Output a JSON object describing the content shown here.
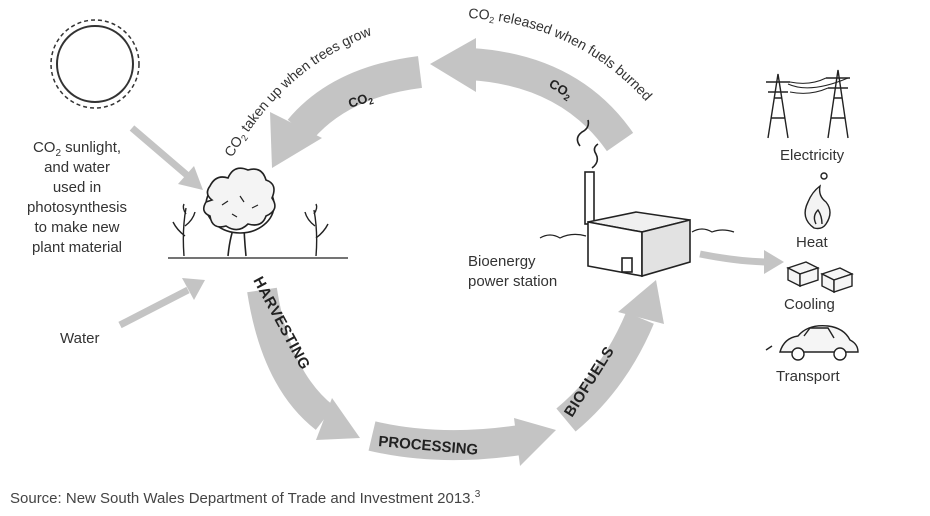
{
  "labels": {
    "sunlight_line1": "CO",
    "sunlight_line1_sub": "2",
    "sunlight_line1_rest": " sunlight,",
    "sunlight_line2": "and water",
    "sunlight_line3": "used in",
    "sunlight_line4": "photosynthesis",
    "sunlight_line5": "to make new",
    "sunlight_line6": "plant material",
    "water": "Water",
    "co2_uptake_prefix": "CO",
    "co2_uptake_sub": "2",
    "co2_uptake_rest": " taken up when trees grow",
    "co2_release_prefix": "CO",
    "co2_release_sub": "2",
    "co2_release_rest": " released when fuels burned",
    "co2_arrow_left": "CO",
    "co2_arrow_left_sub": "2",
    "co2_arrow_right": "CO",
    "co2_arrow_right_sub": "2",
    "harvesting": "HARVESTING",
    "processing": "PROCESSING",
    "biofuels": "BIOFUELS",
    "power_station_line1": "Bioenergy",
    "power_station_line2": "power station",
    "electricity": "Electricity",
    "heat": "Heat",
    "cooling": "Cooling",
    "transport": "Transport"
  },
  "source": {
    "text": "Source: New South Wales Department of Trade and Investment 2013.",
    "footnote": "3"
  },
  "colors": {
    "arrow": "#c4c4c4",
    "line": "#222222",
    "text": "#333333"
  }
}
